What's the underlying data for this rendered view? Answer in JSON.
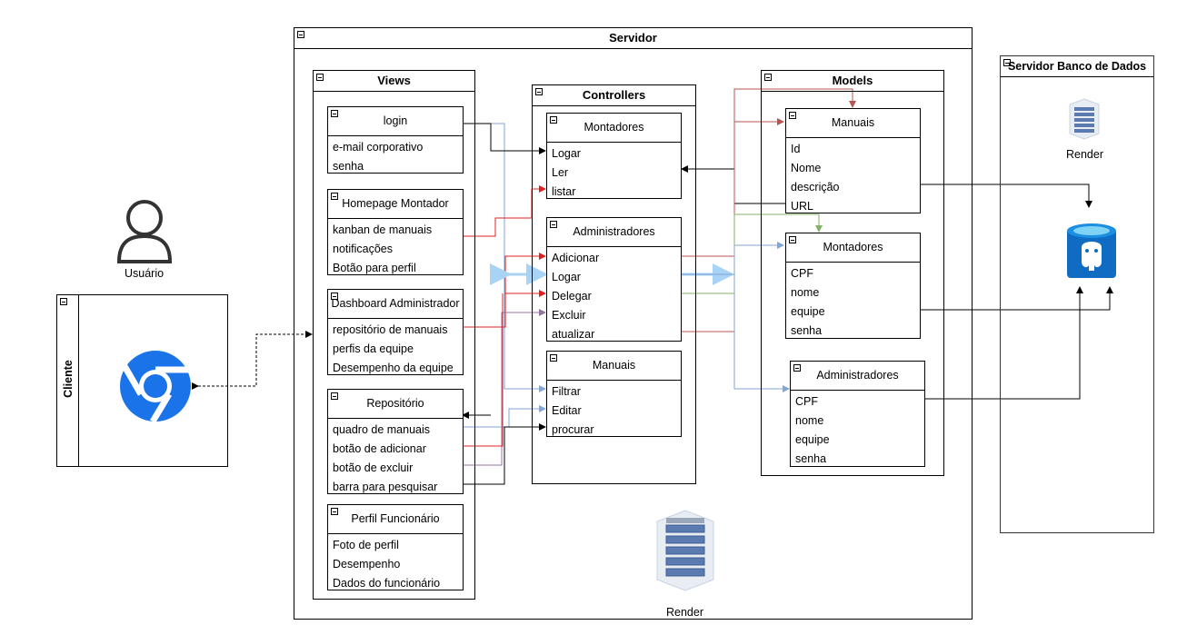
{
  "user": {
    "label": "Usuário"
  },
  "client": {
    "title": "Cliente"
  },
  "server": {
    "title": "Servidor",
    "footer": "Render"
  },
  "db_server": {
    "title": "Servidor Banco de Dados",
    "render_label": "Render"
  },
  "views": {
    "title": "Views",
    "login": {
      "name": "login",
      "fields": [
        "e-mail corporativo",
        "senha"
      ]
    },
    "homepage": {
      "name": "Homepage Montador",
      "fields": [
        "kanban de manuais",
        "notificações",
        "Botão para perfil"
      ]
    },
    "dashboard": {
      "name": "Dashboard Administrador",
      "fields": [
        "repositório de manuais",
        "perfis da equipe",
        "Desempenho da equipe"
      ]
    },
    "repositorio": {
      "name": "Repositório",
      "fields": [
        "quadro de manuais",
        "botão de adicionar",
        "botão de excluir",
        "barra para pesquisar"
      ]
    },
    "perfil": {
      "name": "Perfil Funcionário",
      "fields": [
        "Foto de perfil",
        "Desempenho",
        "Dados do funcionário"
      ]
    }
  },
  "controllers": {
    "title": "Controllers",
    "montadores": {
      "name": "Montadores",
      "methods": [
        "Logar",
        "Ler",
        "listar"
      ]
    },
    "administradores": {
      "name": "Administradores",
      "methods": [
        "Adicionar",
        "Logar",
        "Delegar",
        "Excluir",
        "atualizar"
      ]
    },
    "manuais": {
      "name": "Manuais",
      "methods": [
        "Filtrar",
        "Editar",
        "procurar"
      ]
    }
  },
  "models": {
    "title": "Models",
    "manuais": {
      "name": "Manuais",
      "fields": [
        "Id",
        "Nome",
        "descrição",
        "URL"
      ]
    },
    "montadores": {
      "name": "Montadores",
      "fields": [
        "CPF",
        "nome",
        "equipe",
        "senha"
      ]
    },
    "administradores": {
      "name": "Administradores",
      "fields": [
        "CPF",
        "nome",
        "equipe",
        "senha"
      ]
    }
  },
  "colors": {
    "chrome": "#1a73e8",
    "postgres": "#0f6cc2",
    "red": "#e02020",
    "blue": "#7fa6d6",
    "lightblue": "#a9d3f5",
    "purple": "#9673a6",
    "green": "#82b366",
    "darkred": "#b85450"
  }
}
